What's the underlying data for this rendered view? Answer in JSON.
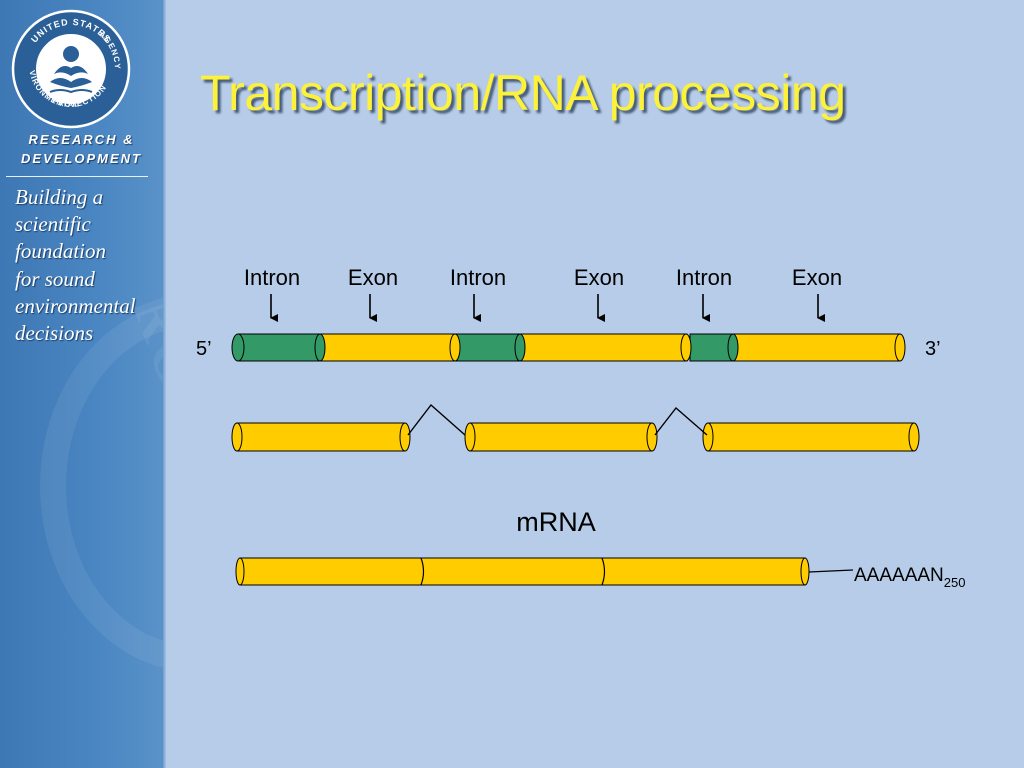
{
  "sidebar": {
    "seal_text_top": "UNITED STATES",
    "seal_text_left": "ENVIRONMENTAL",
    "seal_text_bottom": "PROTECTION",
    "seal_text_right": "AGENCY",
    "heading_line1": "RESEARCH &",
    "heading_line2": "DEVELOPMENT",
    "tagline": [
      "Building a",
      "scientific",
      "foundation",
      "for sound",
      "environmental",
      "decisions"
    ]
  },
  "slide": {
    "title": "Transcription/RNA processing"
  },
  "diagram": {
    "segment_labels": [
      "Intron",
      "Exon",
      "Intron",
      "Exon",
      "Intron",
      "Exon"
    ],
    "five_prime": "5’",
    "three_prime": "3’",
    "mrna_label": "mRNA",
    "polya_tail": "AAAAAAN",
    "polya_subscript": "250",
    "colors": {
      "exon": "#ffcc00",
      "intron": "#339966",
      "background": "#b7cce8",
      "title": "#fdf23a",
      "sidebar": "#4a86c2"
    }
  }
}
